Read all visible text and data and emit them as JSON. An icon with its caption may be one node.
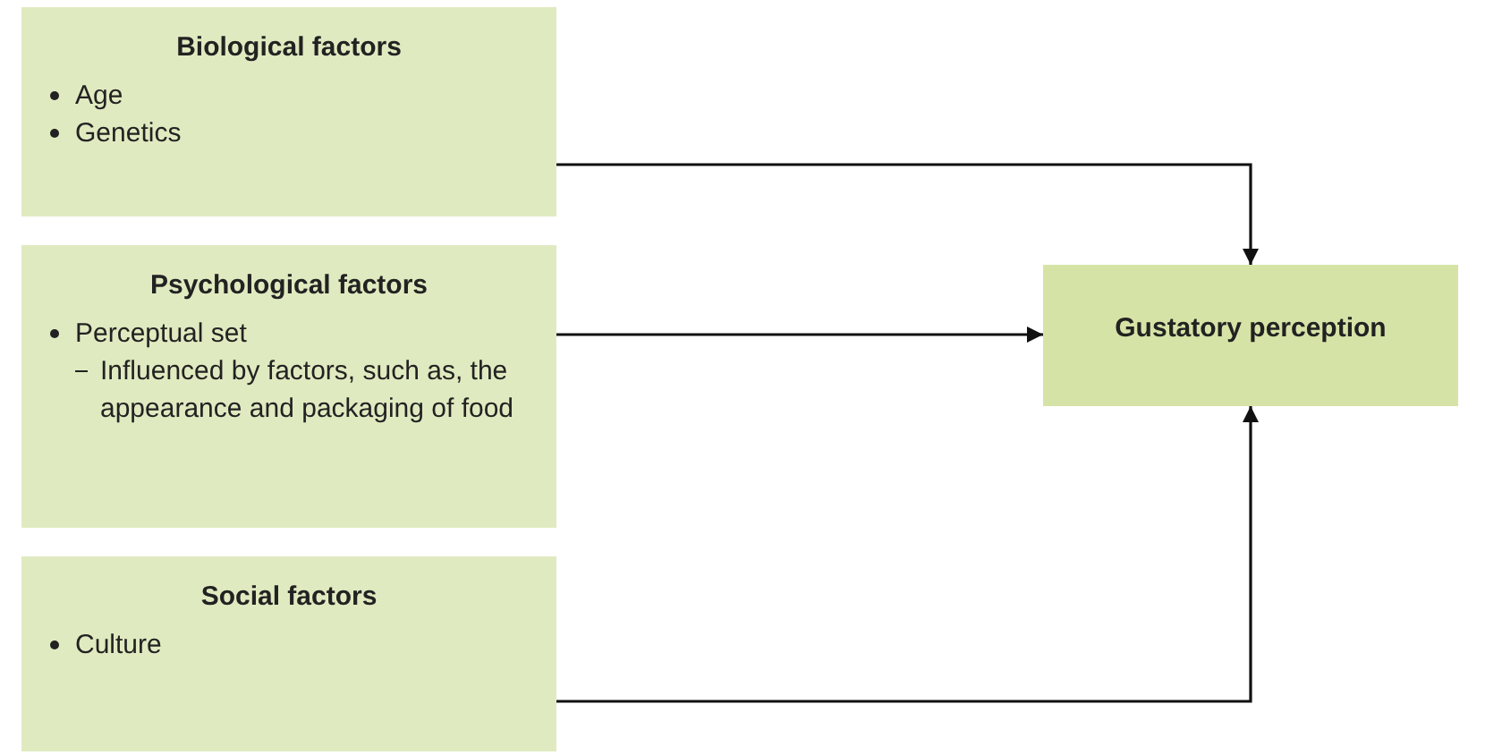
{
  "diagram": {
    "nodes": [
      {
        "text": [
          "Biological factors",
          "Age",
          "Genetics"
        ]
      },
      {
        "text": [
          "Psychological factors",
          "Perceptual set",
          "Influenced by factors, such as, the appearance and packaging of food"
        ]
      },
      {
        "text": [
          "Social factors",
          "Culture"
        ]
      },
      {
        "text": [
          "Gustatory perception"
        ]
      }
    ],
    "edges": [
      {
        "from": 0,
        "to": 3,
        "arrow": "to"
      },
      {
        "from": 1,
        "to": 3,
        "arrow": "to"
      },
      {
        "from": 2,
        "to": 3,
        "arrow": "to"
      }
    ]
  }
}
